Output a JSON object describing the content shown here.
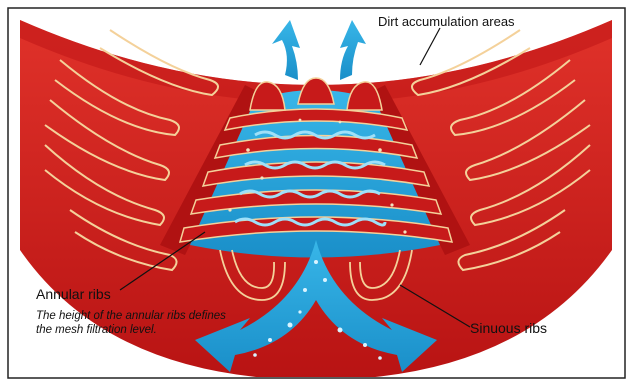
{
  "labels": {
    "dirt_areas": "Dirt accumulation areas",
    "annular_ribs": "Annular ribs",
    "annular_note": "The height of the annular ribs defines the mesh filtration level.",
    "sinuous_ribs": "Sinuous ribs"
  },
  "colors": {
    "disc_red": "#d81e1e",
    "disc_dark": "#a91212",
    "rib_highlight": "#f4d19a",
    "water_blue": "#2aa7dc",
    "water_light": "#7fd2f2",
    "frame": "#222222"
  },
  "icons": {
    "flow_out": "arrow-up-icon",
    "flow_in": "inflow-arrow-icon"
  }
}
